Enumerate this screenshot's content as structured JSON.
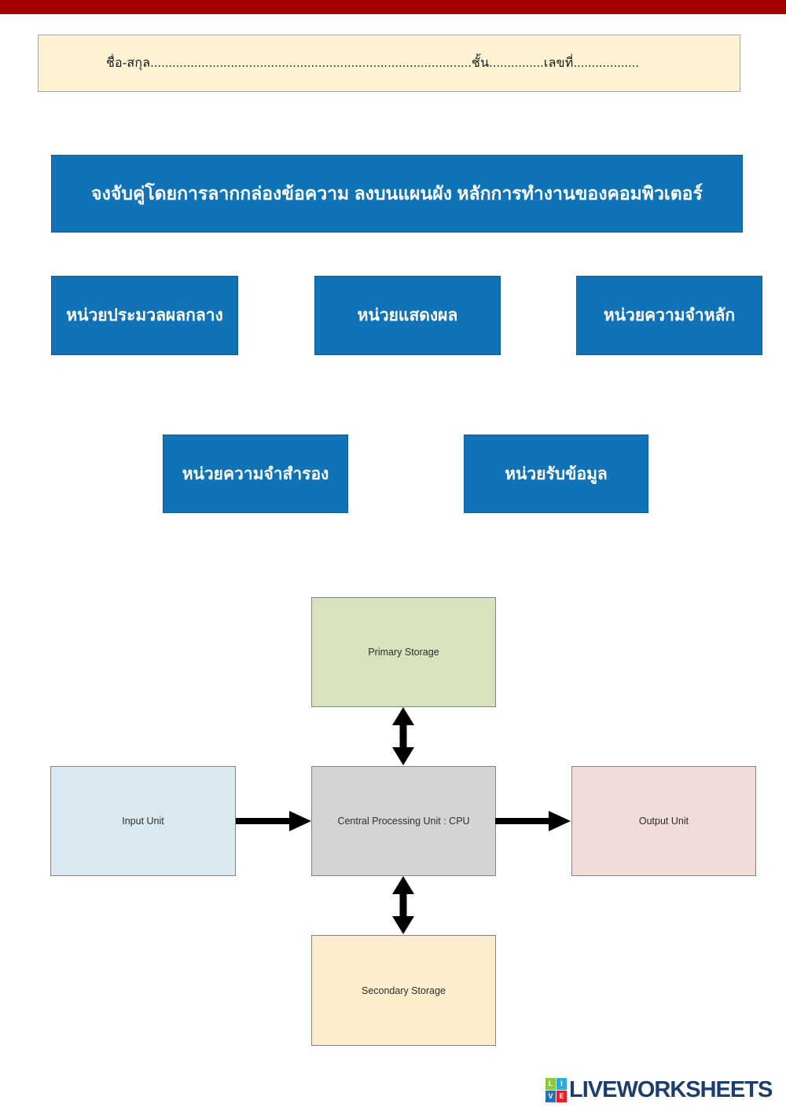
{
  "worksheet": {
    "top_bar_color": "#a40000",
    "name_box_bg": "#fdf3d2",
    "name_line": "ชื่อ-สกุล........................................................................................ชั้น...............เลขที่..................",
    "accent_blue": "#1173b7",
    "instruction": "จงจับคู่โดยการลากกล่องข้อความ ลงบนแผนผัง หลักการทำงานของคอมพิวเตอร์"
  },
  "draggables": [
    {
      "label": "หน่วยประมวลผลกลาง"
    },
    {
      "label": "หน่วยแสดงผล"
    },
    {
      "label": "หน่วยความจำหลัก"
    },
    {
      "label": "หน่วยความจำสำรอง"
    },
    {
      "label": "หน่วยรับข้อมูล"
    }
  ],
  "diagram": {
    "arrow_color": "#000000",
    "primary": {
      "label": "Primary Storage",
      "bg": "#d7e3bc"
    },
    "input": {
      "label": "Input Unit",
      "bg": "#d9e9f1"
    },
    "cpu": {
      "label": "Central Processing Unit : CPU",
      "bg": "#d4d4d4"
    },
    "output": {
      "label": "Output Unit",
      "bg": "#f1dcda"
    },
    "secondary": {
      "label": "Secondary Storage",
      "bg": "#fdeecb"
    }
  },
  "footer": {
    "brand": "LIVEWORKSHEETS",
    "brand_color": "#1b3e6f",
    "tiles": [
      {
        "letter": "L",
        "color": "#8dc63f"
      },
      {
        "letter": "I",
        "color": "#29abe2"
      },
      {
        "letter": "V",
        "color": "#2a70b8"
      },
      {
        "letter": "E",
        "color": "#ed1c24"
      }
    ]
  }
}
